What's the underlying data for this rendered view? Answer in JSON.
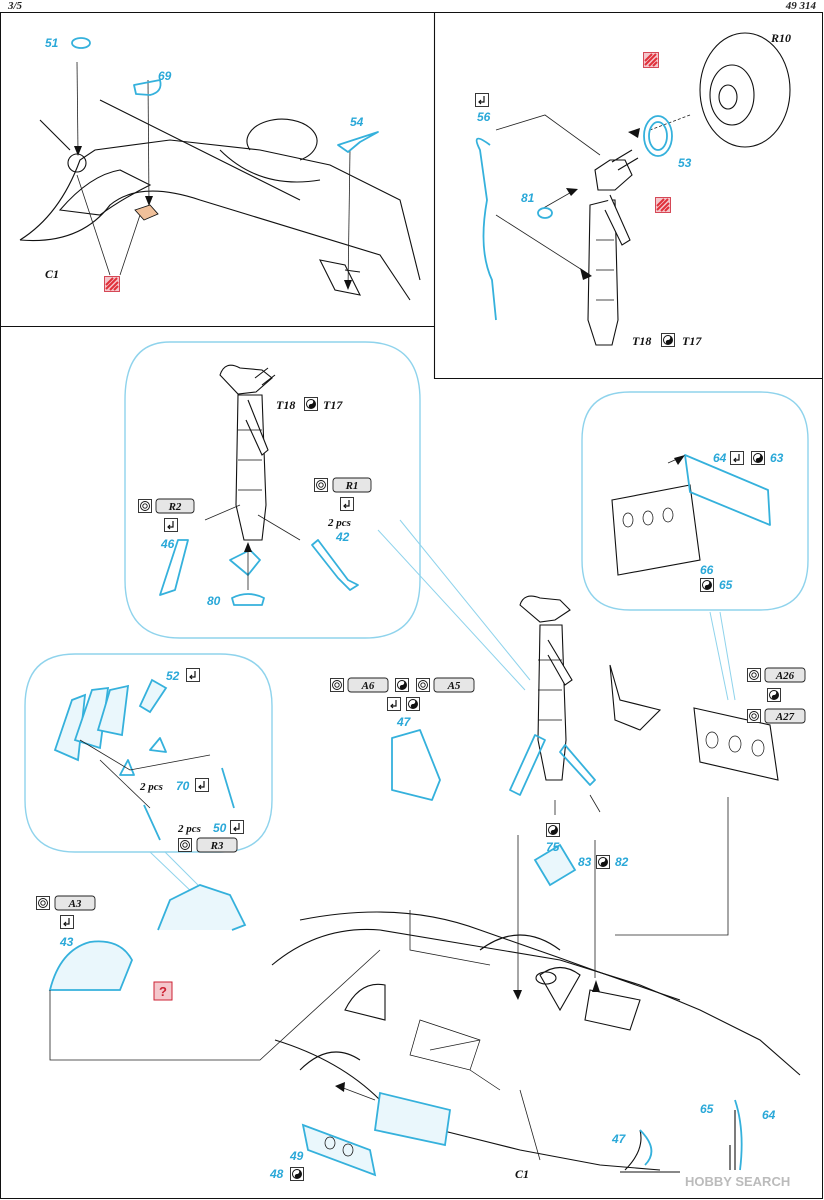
{
  "header": {
    "page": "3/5",
    "code": "49 314"
  },
  "panel_wing": {
    "parts": {
      "p51": "51",
      "p69": "69",
      "p54": "54"
    },
    "ref": "C1"
  },
  "panel_wheel": {
    "ref_wheel": "R10",
    "parts": {
      "p56": "56",
      "p53": "53",
      "p81": "81"
    },
    "ref_leg": "T18",
    "ref_leg_alt": "T17"
  },
  "bubble_leg": {
    "ref_leg": "T18",
    "ref_leg_alt": "T17",
    "tag_r2": "R2",
    "tag_r1": "R1",
    "qty_42": "2 pcs",
    "parts": {
      "p46": "46",
      "p42": "42",
      "p80": "80"
    }
  },
  "bubble_door": {
    "part_64": "64",
    "part_63": "63",
    "part_66": "66",
    "part_65": "65"
  },
  "bubble_bay": {
    "part_52": "52",
    "qty_70": "2 pcs",
    "part_70": "70",
    "qty_50": "2 pcs",
    "part_50": "50",
    "tag_r3": "R3"
  },
  "main": {
    "tag_a6": "A6",
    "tag_a5": "A5",
    "part_47": "47",
    "tag_a26": "A26",
    "tag_a27": "A27",
    "tag_a3": "A3",
    "part_43": "43",
    "unknown_mark": "?",
    "part_75": "75",
    "part_83": "83",
    "part_82": "82",
    "part_49": "49",
    "part_48": "48",
    "ref": "C1",
    "detail_47": "47",
    "detail_65": "65",
    "detail_64": "64"
  },
  "watermark": "HOBBY SEARCH",
  "colors": {
    "etch": "#35b1dc",
    "bubble": "#8fd3ec",
    "paint": "#e0303a"
  },
  "icons": [
    "bend-icon",
    "etch-side-icon",
    "paint-icon",
    "photo-etch-icon",
    "question-icon"
  ]
}
